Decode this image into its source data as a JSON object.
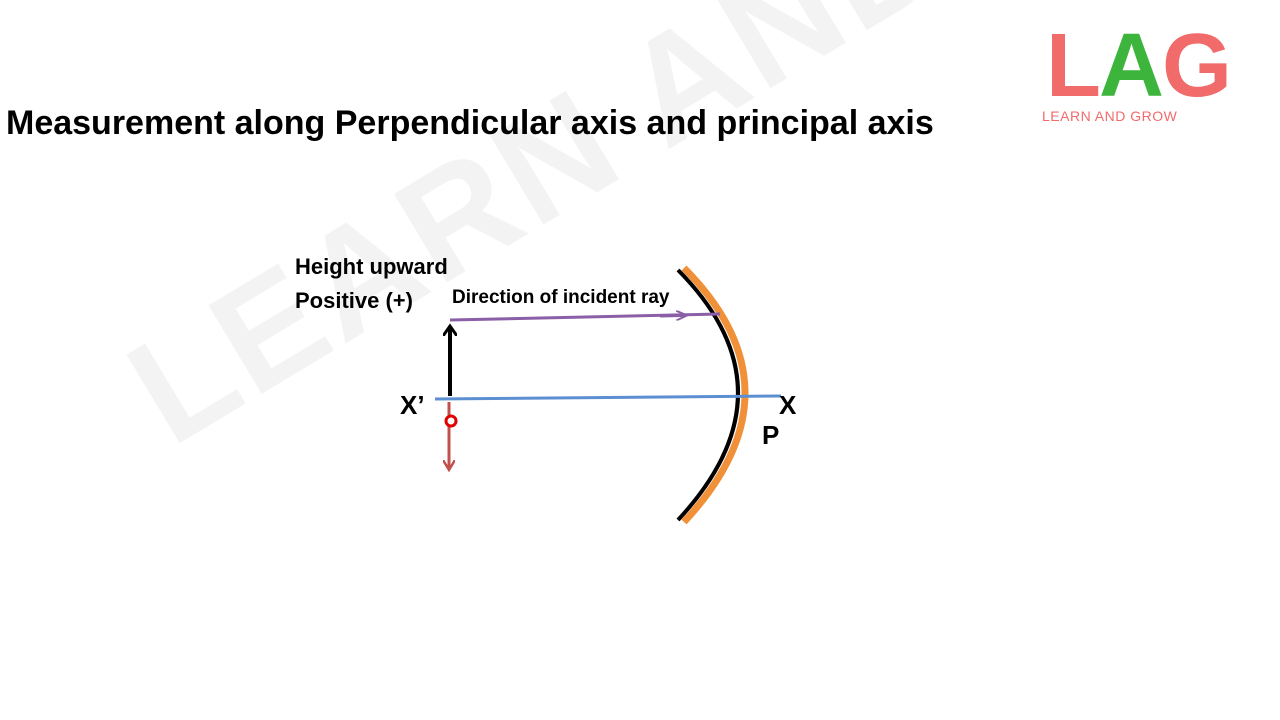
{
  "title": "Measurement along Perpendicular axis and principal axis",
  "logo": {
    "letters": [
      "L",
      "A",
      "G"
    ],
    "tagline": "LEARN AND GROW",
    "colors": {
      "l": "#f16b6b",
      "a": "#3db53d",
      "g": "#f16b6b"
    }
  },
  "watermark": "LEARN AND GROW",
  "diagram": {
    "height_label_line1": "Height upward",
    "height_label_line2": "Positive (+)",
    "incident_ray_label": "Direction of incident ray",
    "axis_left_label": "X’",
    "axis_right_label": "X",
    "pole_label": "P",
    "colors": {
      "principal_axis": "#5b8fd1",
      "incident_ray": "#8a5fa8",
      "mirror_front": "#000000",
      "mirror_back": "#f0913a",
      "upward_arrow": "#000000",
      "downward_arrow": "#c0504d",
      "object_point": "#e00000"
    }
  }
}
